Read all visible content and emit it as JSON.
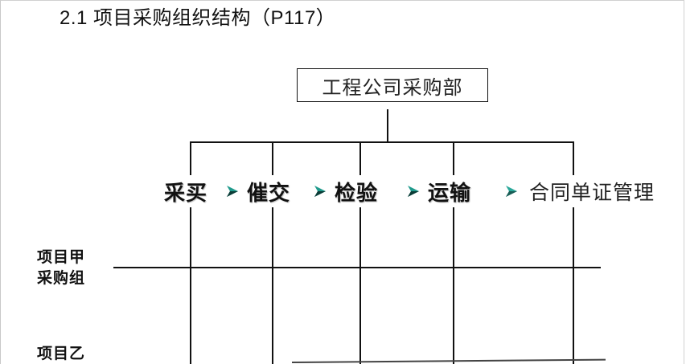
{
  "slide": {
    "title": "2.1 项目采购组织结构（P117）"
  },
  "org_chart": {
    "top_node": "工程公司采购部",
    "stages": [
      {
        "label": "采买",
        "arrow_before": false
      },
      {
        "label": "催交",
        "arrow_before": true
      },
      {
        "label": "检验",
        "arrow_before": true
      },
      {
        "label": "运输",
        "arrow_before": true
      },
      {
        "label": "合同单证管理",
        "arrow_before": true
      }
    ],
    "arrow_icon": "teal-chevron-arrow",
    "arrow_color": "#1f9a8c",
    "rows": [
      {
        "line1": "项目甲",
        "line2": "采购组"
      },
      {
        "line1": "项目乙",
        "line2": ""
      }
    ]
  }
}
